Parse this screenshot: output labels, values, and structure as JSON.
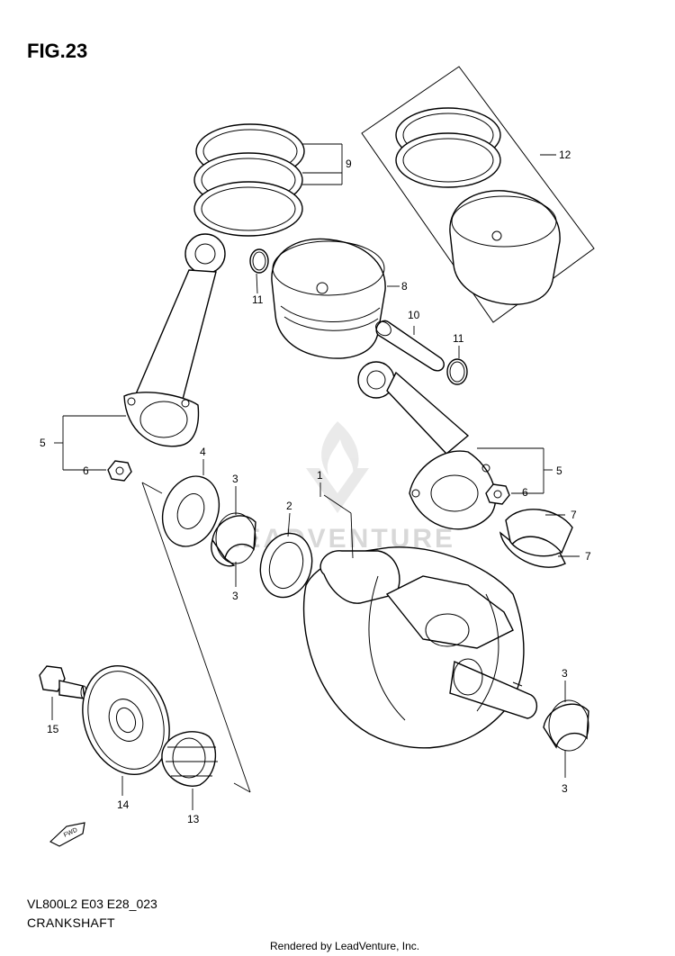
{
  "figure": {
    "title": "FIG.23",
    "model_code": "VL800L2 E03 E28_023",
    "assembly_name": "CRANKSHAFT",
    "rendered_by": "Rendered by LeadVenture, Inc.",
    "watermark": "LEADVENTURE"
  },
  "callouts": {
    "c1": "1",
    "c2": "2",
    "c3a": "3",
    "c3b": "3",
    "c3c": "3",
    "c3d": "3",
    "c4": "4",
    "c5a": "5",
    "c5b": "5",
    "c6a": "6",
    "c6b": "6",
    "c7a": "7",
    "c7b": "7",
    "c8": "8",
    "c9": "9",
    "c10": "10",
    "c11a": "11",
    "c11b": "11",
    "c12": "12",
    "c13": "13",
    "c14": "14",
    "c15": "15"
  },
  "fwd_label": "FWD"
}
